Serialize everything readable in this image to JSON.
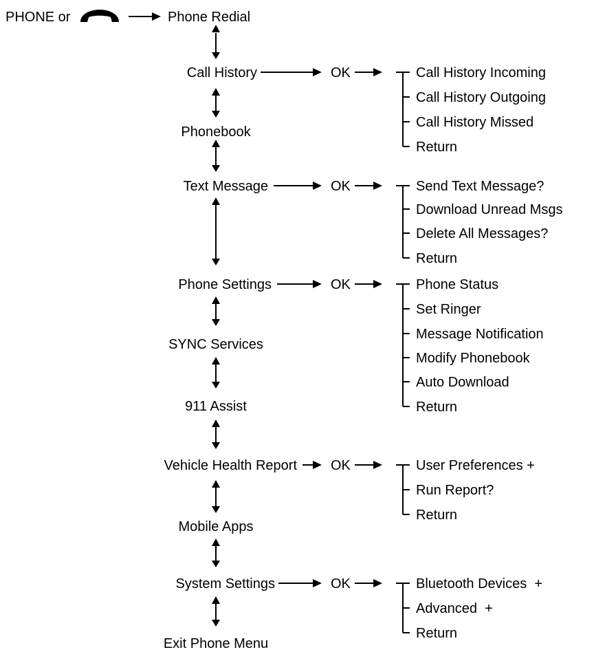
{
  "start": {
    "label": "PHONE or",
    "icon": "handset-icon"
  },
  "menu": [
    {
      "label": "Phone Redial"
    },
    {
      "label": "Call History",
      "ok_label": "OK",
      "submenu": [
        "Call History Incoming",
        "Call History Outgoing",
        "Call History Missed",
        "Return"
      ]
    },
    {
      "label": "Phonebook"
    },
    {
      "label": "Text Message",
      "ok_label": "OK",
      "submenu": [
        "Send Text Message?",
        "Download Unread Msgs",
        "Delete All Messages?",
        "Return"
      ]
    },
    {
      "label": "Phone Settings",
      "ok_label": "OK",
      "submenu": [
        "Phone Status",
        "Set Ringer",
        "Message Notification",
        "Modify Phonebook",
        "Auto Download",
        "Return"
      ]
    },
    {
      "label": "SYNC Services"
    },
    {
      "label": "911 Assist"
    },
    {
      "label": "Vehicle Health Report",
      "ok_label": "OK",
      "submenu": [
        "User Preferences +",
        "Run Report?",
        "Return"
      ]
    },
    {
      "label": "Mobile Apps"
    },
    {
      "label": "System Settings",
      "ok_label": "OK",
      "submenu": [
        "Bluetooth Devices  +",
        "Advanced  +",
        "Return"
      ]
    },
    {
      "label": "Exit Phone Menu"
    }
  ]
}
